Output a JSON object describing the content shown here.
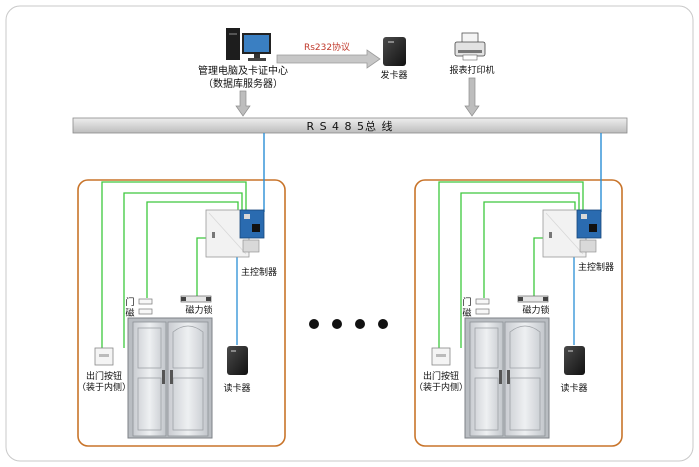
{
  "server": {
    "label_line1": "管理电脑及卡证中心",
    "label_line2": "（数据库服务器）"
  },
  "protocol_label": "Rs232协议",
  "card_issuer_label": "发卡器",
  "printer_label": "报表打印机",
  "bus_label": "R S 4 8 5总  线",
  "ellipsis": "● ● ● ●",
  "units": [
    {
      "controller_label": "主控制器",
      "lock_label": "磁力锁",
      "door_sensor_label_1": "门",
      "door_sensor_label_2": "磁",
      "exit_button_label_1": "出门按钮",
      "exit_button_label_2": "（装于内侧）",
      "reader_label": "读卡器"
    },
    {
      "controller_label": "主控制器",
      "lock_label": "磁力锁",
      "door_sensor_label_1": "门",
      "door_sensor_label_2": "磁",
      "exit_button_label_1": "出门按钮",
      "exit_button_label_2": "（装于内侧）",
      "reader_label": "读卡器"
    }
  ],
  "colors": {
    "unit_border": "#c8742a",
    "bus_fill": "#d9d9d9",
    "wire_green": "#3dc83d",
    "wire_blue": "#2a8fd6",
    "connector_dark": "#5a5a5a"
  }
}
